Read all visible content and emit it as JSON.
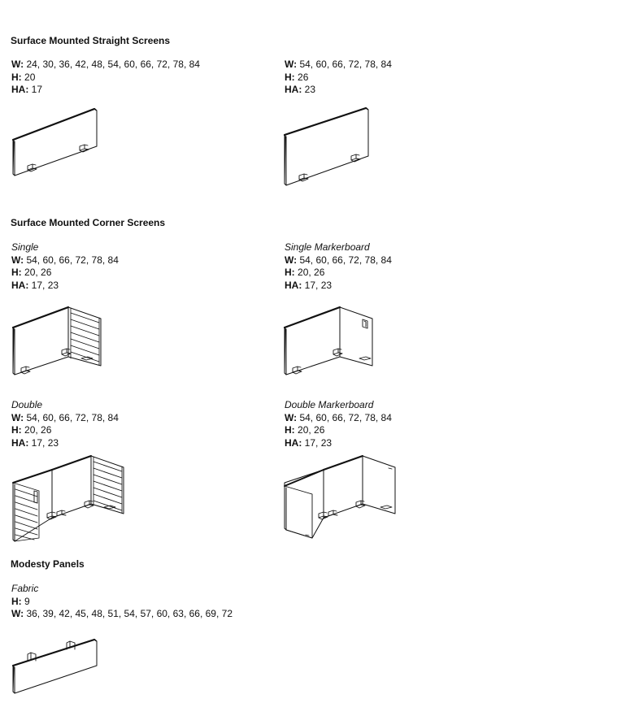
{
  "sections": {
    "straight": {
      "title": "Surface Mounted Straight Screens",
      "items": [
        {
          "w_label": "W:",
          "w": "24, 30, 36, 42, 48, 54, 60, 66, 72, 78, 84",
          "h_label": "H:",
          "h": "20",
          "ha_label": "HA:",
          "ha": "17"
        },
        {
          "w_label": "W:",
          "w": "54, 60, 66, 72, 78, 84",
          "h_label": "H:",
          "h": "26",
          "ha_label": "HA:",
          "ha": "23"
        }
      ]
    },
    "corner": {
      "title": "Surface Mounted Corner Screens",
      "items": [
        {
          "variant": "Single",
          "w_label": "W:",
          "w": "54, 60, 66, 72, 78, 84",
          "h_label": "H:",
          "h": "20, 26",
          "ha_label": "HA:",
          "ha": "17, 23"
        },
        {
          "variant": "Single Markerboard",
          "w_label": "W:",
          "w": "54, 60, 66, 72, 78, 84",
          "h_label": "H:",
          "h": "20, 26",
          "ha_label": "HA:",
          "ha": "17, 23"
        },
        {
          "variant": "Double",
          "w_label": "W:",
          "w": "54, 60, 66, 72, 78, 84",
          "h_label": "H:",
          "h": "20, 26",
          "ha_label": "HA:",
          "ha": "17, 23"
        },
        {
          "variant": "Double Markerboard",
          "w_label": "W:",
          "w": "54, 60, 66, 72, 78, 84",
          "h_label": "H:",
          "h": "20, 26",
          "ha_label": "HA:",
          "ha": "17, 23"
        }
      ]
    },
    "modesty": {
      "title": "Modesty Panels",
      "items": [
        {
          "variant": "Fabric",
          "h_label": "H:",
          "h": "9",
          "w_label": "W:",
          "w": "36, 39, 42, 45, 48, 51, 54, 57, 60, 63, 66, 69, 72"
        }
      ]
    }
  },
  "illustrations": [
    "straight-screen-short-icon",
    "straight-screen-tall-icon",
    "corner-screen-single-fabric-icon",
    "corner-screen-single-markerboard-icon",
    "corner-screen-double-fabric-icon",
    "corner-screen-double-markerboard-icon",
    "modesty-panel-fabric-icon"
  ],
  "colors": {
    "ink": "#111111",
    "background": "#ffffff"
  }
}
